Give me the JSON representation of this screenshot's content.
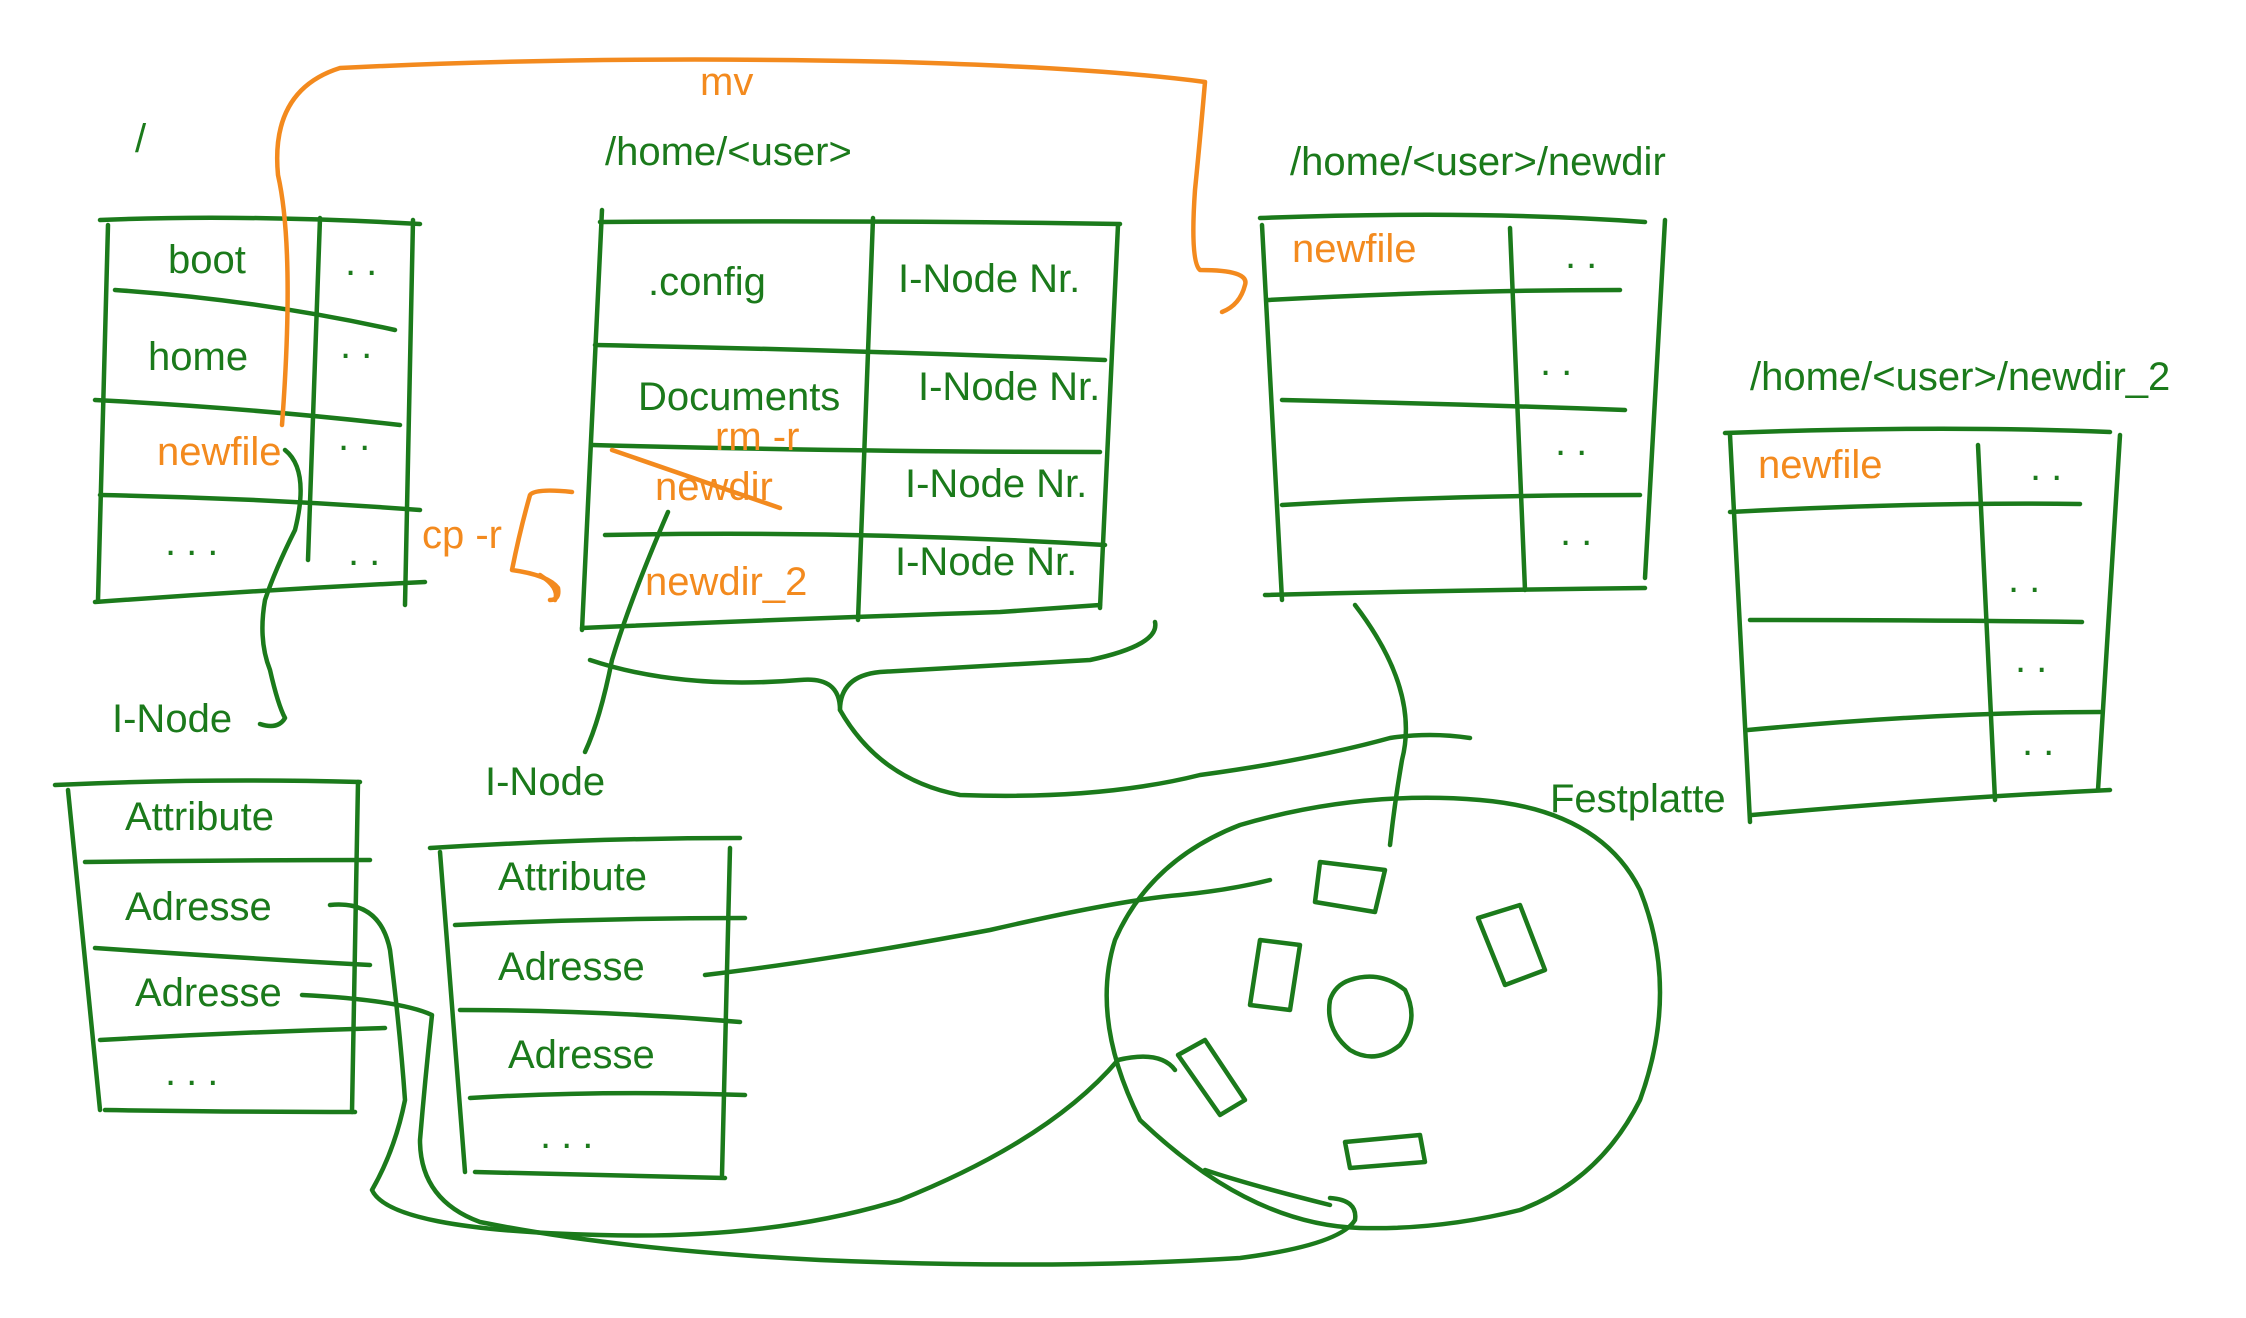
{
  "root": {
    "title": "/",
    "rows": [
      "boot",
      "home",
      "newfile",
      "..."
    ],
    "refs": [
      "..",
      "..",
      "..",
      ".."
    ]
  },
  "home": {
    "title": "/home/<user>",
    "rows": [
      ".config",
      "Documents",
      "newdir",
      "newdir_2"
    ],
    "refs": [
      "I-Node Nr.",
      "I-Node Nr.",
      "I-Node Nr.",
      "I-Node Nr."
    ]
  },
  "newdir": {
    "title": "/home/<user>/newdir",
    "first": "newfile",
    "refs": [
      "..",
      "..",
      "..",
      ".."
    ]
  },
  "newdir2": {
    "title": "/home/<user>/newdir_2",
    "first": "newfile",
    "refs": [
      "..",
      "..",
      "..",
      ".."
    ]
  },
  "inode1": {
    "label": "I-Node",
    "rows": [
      "Attribute",
      "Adresse",
      "Adresse",
      "..."
    ]
  },
  "inode2": {
    "label": "I-Node",
    "rows": [
      "Attribute",
      "Adresse",
      "Adresse",
      "..."
    ]
  },
  "commands": {
    "mv": "mv",
    "cp": "cp -r",
    "rm": "rm -r"
  },
  "disk": {
    "label": "Festplatte"
  },
  "colors": {
    "ink": "#1b7a1b",
    "command": "#f38a1e"
  }
}
